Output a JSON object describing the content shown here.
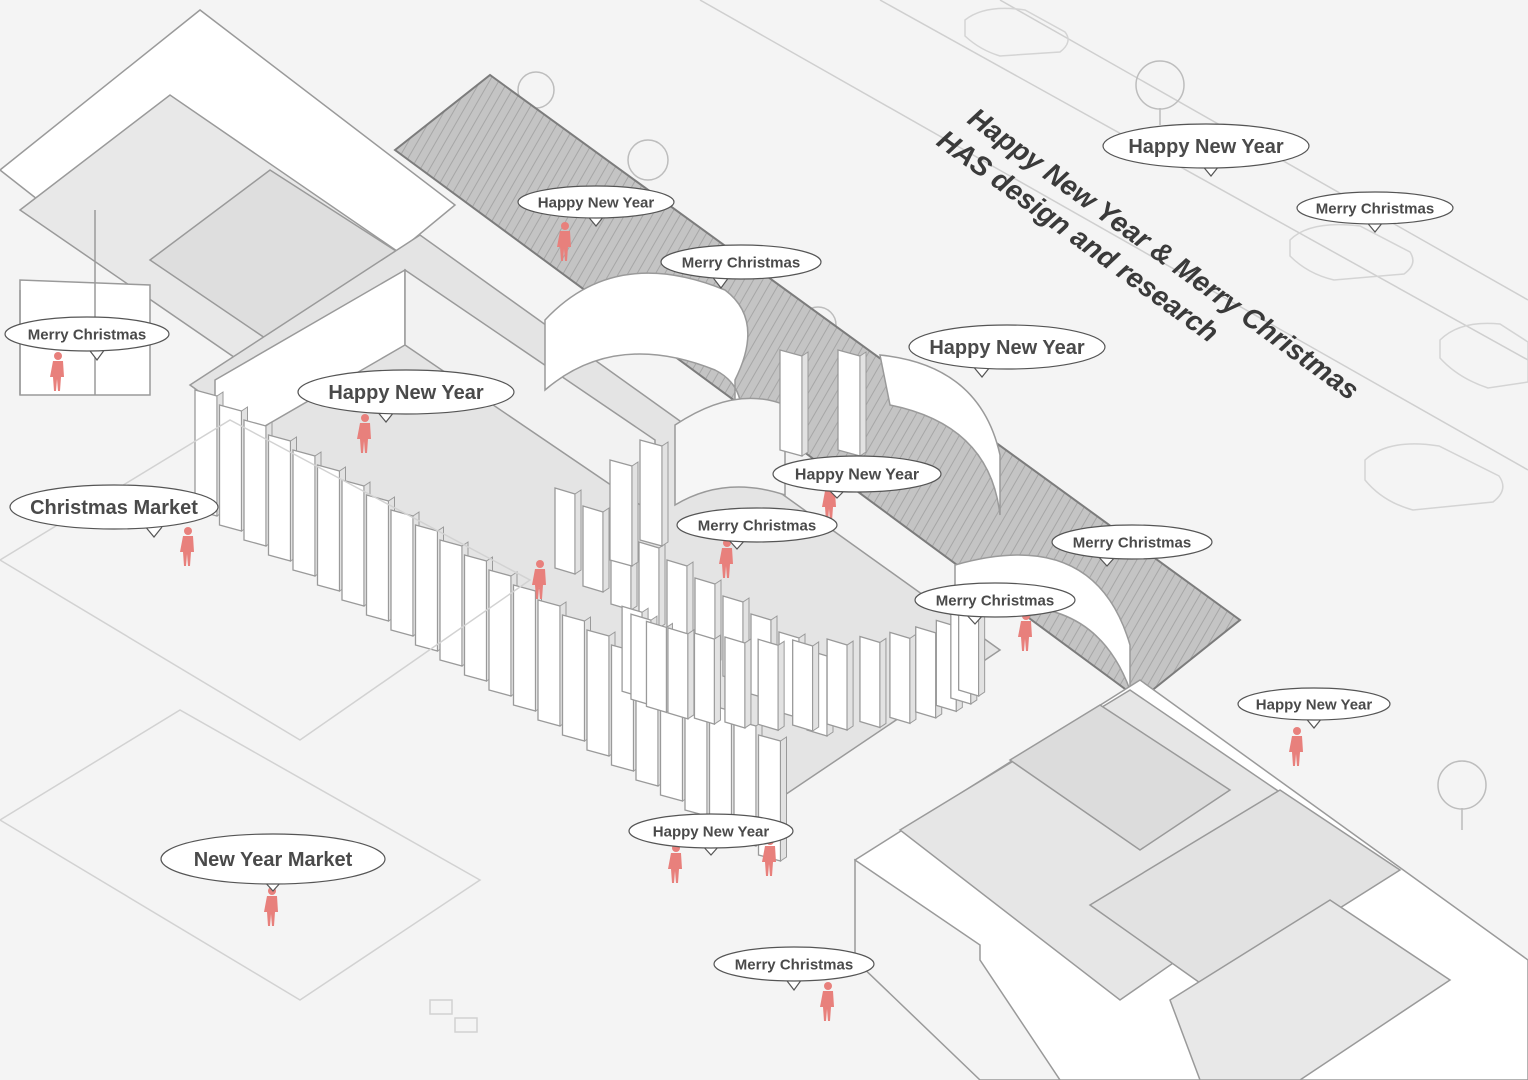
{
  "title": {
    "line1": "Happy New Year & Merry Christmas",
    "line2": "HAS design and research"
  },
  "labels": {
    "merry_christmas": "Merry Christmas",
    "happy_new_year": "Happy New Year",
    "christmas_market": "Christmas Market",
    "new_year_market": "New Year Market"
  },
  "colors": {
    "people": "#e8807c",
    "walls": "#ffffff",
    "outline": "#9a9a9a",
    "garden": "#b9b9b9",
    "ground": "#f4f4f4",
    "text": "#4a4a4a"
  }
}
